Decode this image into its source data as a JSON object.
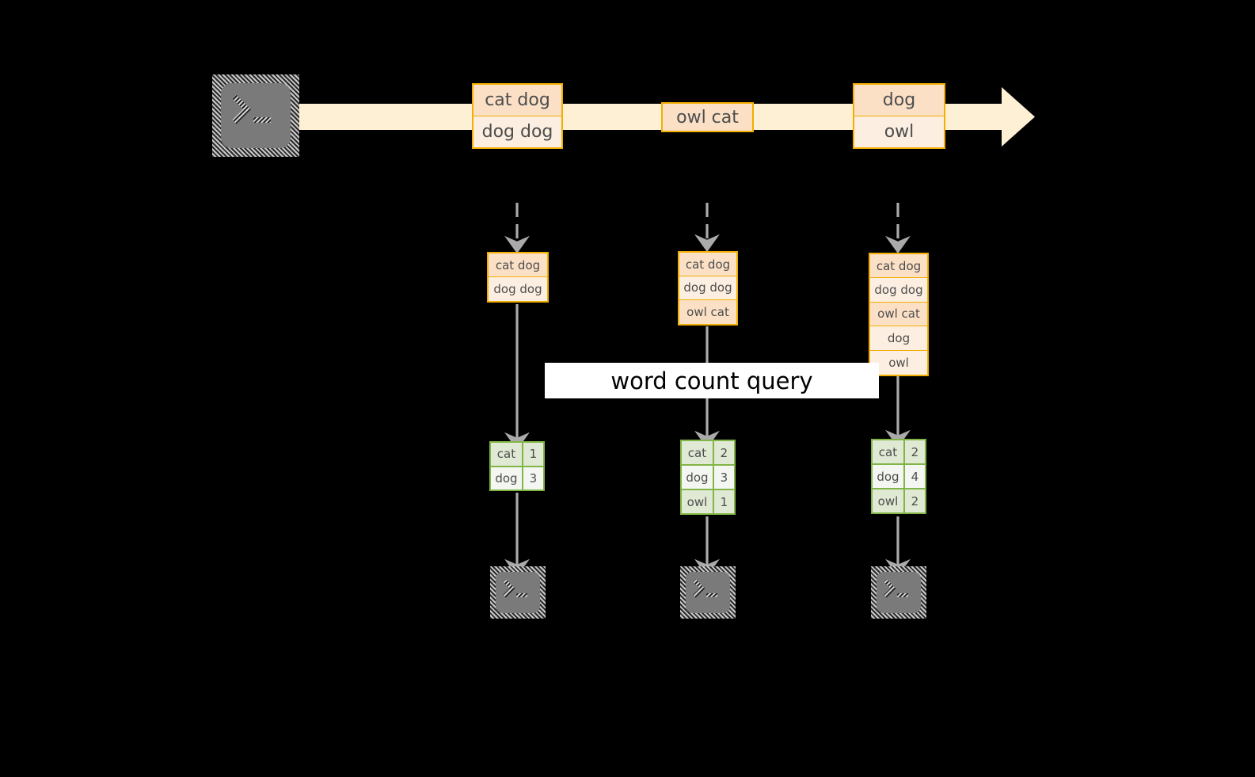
{
  "diagram": {
    "title_label": "word count query",
    "colors": {
      "background": "#000000",
      "stream_band": "#FDF0D5",
      "stream_border": "#F2AE00",
      "stream_cell": "#FCEFE1",
      "stream_cell_shaded": "#FBE0C6",
      "table_border": "#82B547",
      "table_cell": "#F4F7F1",
      "table_cell_shaded": "#DFE9D3",
      "arrow_gray": "#AAAAAA",
      "terminal_face": "#7A7A7A",
      "text_dark": "#4D4D4D",
      "label_text": "#000000"
    }
  },
  "source": {
    "icon": "terminal-icon"
  },
  "stream": {
    "arrow_icon": "right-arrow-band",
    "events": [
      {
        "name": "stream-event-1",
        "rows": [
          {
            "text": "cat dog",
            "shaded": true
          },
          {
            "text": "dog dog",
            "shaded": false
          }
        ]
      },
      {
        "name": "stream-event-2",
        "rows": [
          {
            "text": "owl cat",
            "shaded": true
          }
        ]
      },
      {
        "name": "stream-event-3",
        "rows": [
          {
            "text": "dog",
            "shaded": true
          },
          {
            "text": "owl",
            "shaded": false
          }
        ]
      }
    ]
  },
  "snapshots": [
    {
      "name": "snapshot-1",
      "input_arrow_icon": "dashed-down-arrow-icon",
      "rows": [
        {
          "text": "cat dog",
          "shaded": true
        },
        {
          "text": "dog dog",
          "shaded": false
        }
      ],
      "result": {
        "name": "result-table-1",
        "rows": [
          {
            "word": "cat",
            "count": "1",
            "shaded": true
          },
          {
            "word": "dog",
            "count": "3",
            "shaded": false
          }
        ]
      },
      "sink_icon": "terminal-icon"
    },
    {
      "name": "snapshot-2",
      "input_arrow_icon": "dashed-down-arrow-icon",
      "rows": [
        {
          "text": "cat dog",
          "shaded": true
        },
        {
          "text": "dog dog",
          "shaded": false
        },
        {
          "text": "owl cat",
          "shaded": true
        }
      ],
      "result": {
        "name": "result-table-2",
        "rows": [
          {
            "word": "cat",
            "count": "2",
            "shaded": true
          },
          {
            "word": "dog",
            "count": "3",
            "shaded": false
          },
          {
            "word": "owl",
            "count": "1",
            "shaded": true
          }
        ]
      },
      "sink_icon": "terminal-icon"
    },
    {
      "name": "snapshot-3",
      "input_arrow_icon": "dashed-down-arrow-icon",
      "rows": [
        {
          "text": "cat dog",
          "shaded": true
        },
        {
          "text": "dog dog",
          "shaded": false
        },
        {
          "text": "owl cat",
          "shaded": true
        },
        {
          "text": "dog",
          "shaded": false
        },
        {
          "text": "owl",
          "shaded": false
        }
      ],
      "result": {
        "name": "result-table-3",
        "rows": [
          {
            "word": "cat",
            "count": "2",
            "shaded": true
          },
          {
            "word": "dog",
            "count": "4",
            "shaded": false
          },
          {
            "word": "owl",
            "count": "2",
            "shaded": true
          }
        ]
      },
      "sink_icon": "terminal-icon"
    }
  ]
}
